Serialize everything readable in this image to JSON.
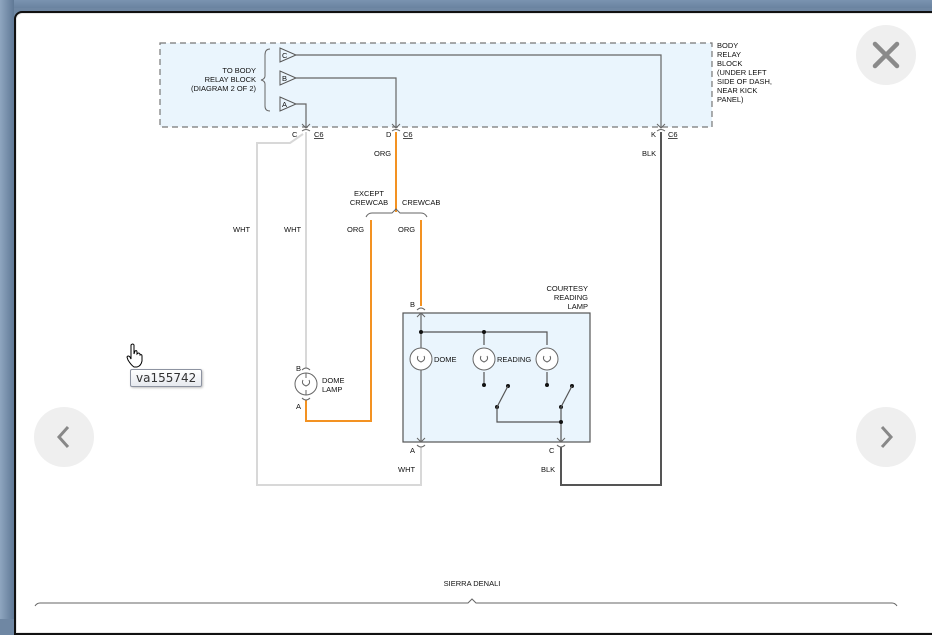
{
  "viewer": {
    "close_icon": "close-icon",
    "prev_icon": "chevron-left-icon",
    "next_icon": "chevron-right-icon",
    "tooltip": "va155742"
  },
  "diagram": {
    "body_relay_block": {
      "label_lines": [
        "BODY",
        "RELAY",
        "BLOCK",
        "(UNDER LEFT",
        "SIDE OF DASH,",
        "NEAR KICK",
        "PANEL)"
      ],
      "to_label_lines": [
        "TO BODY",
        "RELAY BLOCK",
        "(DIAGRAM 2 OF 2)"
      ],
      "pins": [
        "C",
        "B",
        "A"
      ],
      "connectors": [
        {
          "pin": "C",
          "connector": "C6"
        },
        {
          "pin": "D",
          "connector": "C6"
        },
        {
          "pin": "K",
          "connector": "C6"
        }
      ]
    },
    "wires": {
      "org_main": "ORG",
      "blk_top": "BLK",
      "wht_outer": "WHT",
      "wht_inner": "WHT",
      "org_except": "ORG",
      "org_crewcab": "ORG",
      "wht_bottom": "WHT",
      "blk_bottom": "BLK"
    },
    "branch": {
      "except_lines": [
        "EXCEPT",
        "CREWCAB"
      ],
      "crewcab": "CREWCAB"
    },
    "dome_lamp": {
      "label_lines": [
        "DOME",
        "LAMP"
      ],
      "pin_top": "B",
      "pin_bottom": "A"
    },
    "courtesy_lamp": {
      "label_lines": [
        "COURTESY",
        "READING",
        "LAMP"
      ],
      "pin_top": "B",
      "pin_bottom_left": "A",
      "pin_bottom_right": "C",
      "bulb_dome": "DOME",
      "bulb_reading": "READING"
    },
    "footer": {
      "variant": "SIERRA DENALI"
    },
    "colors": {
      "org": "#f39222",
      "wht": "#d8d8d8",
      "blk": "#555555",
      "component_fill": "#eaf5fd"
    }
  }
}
